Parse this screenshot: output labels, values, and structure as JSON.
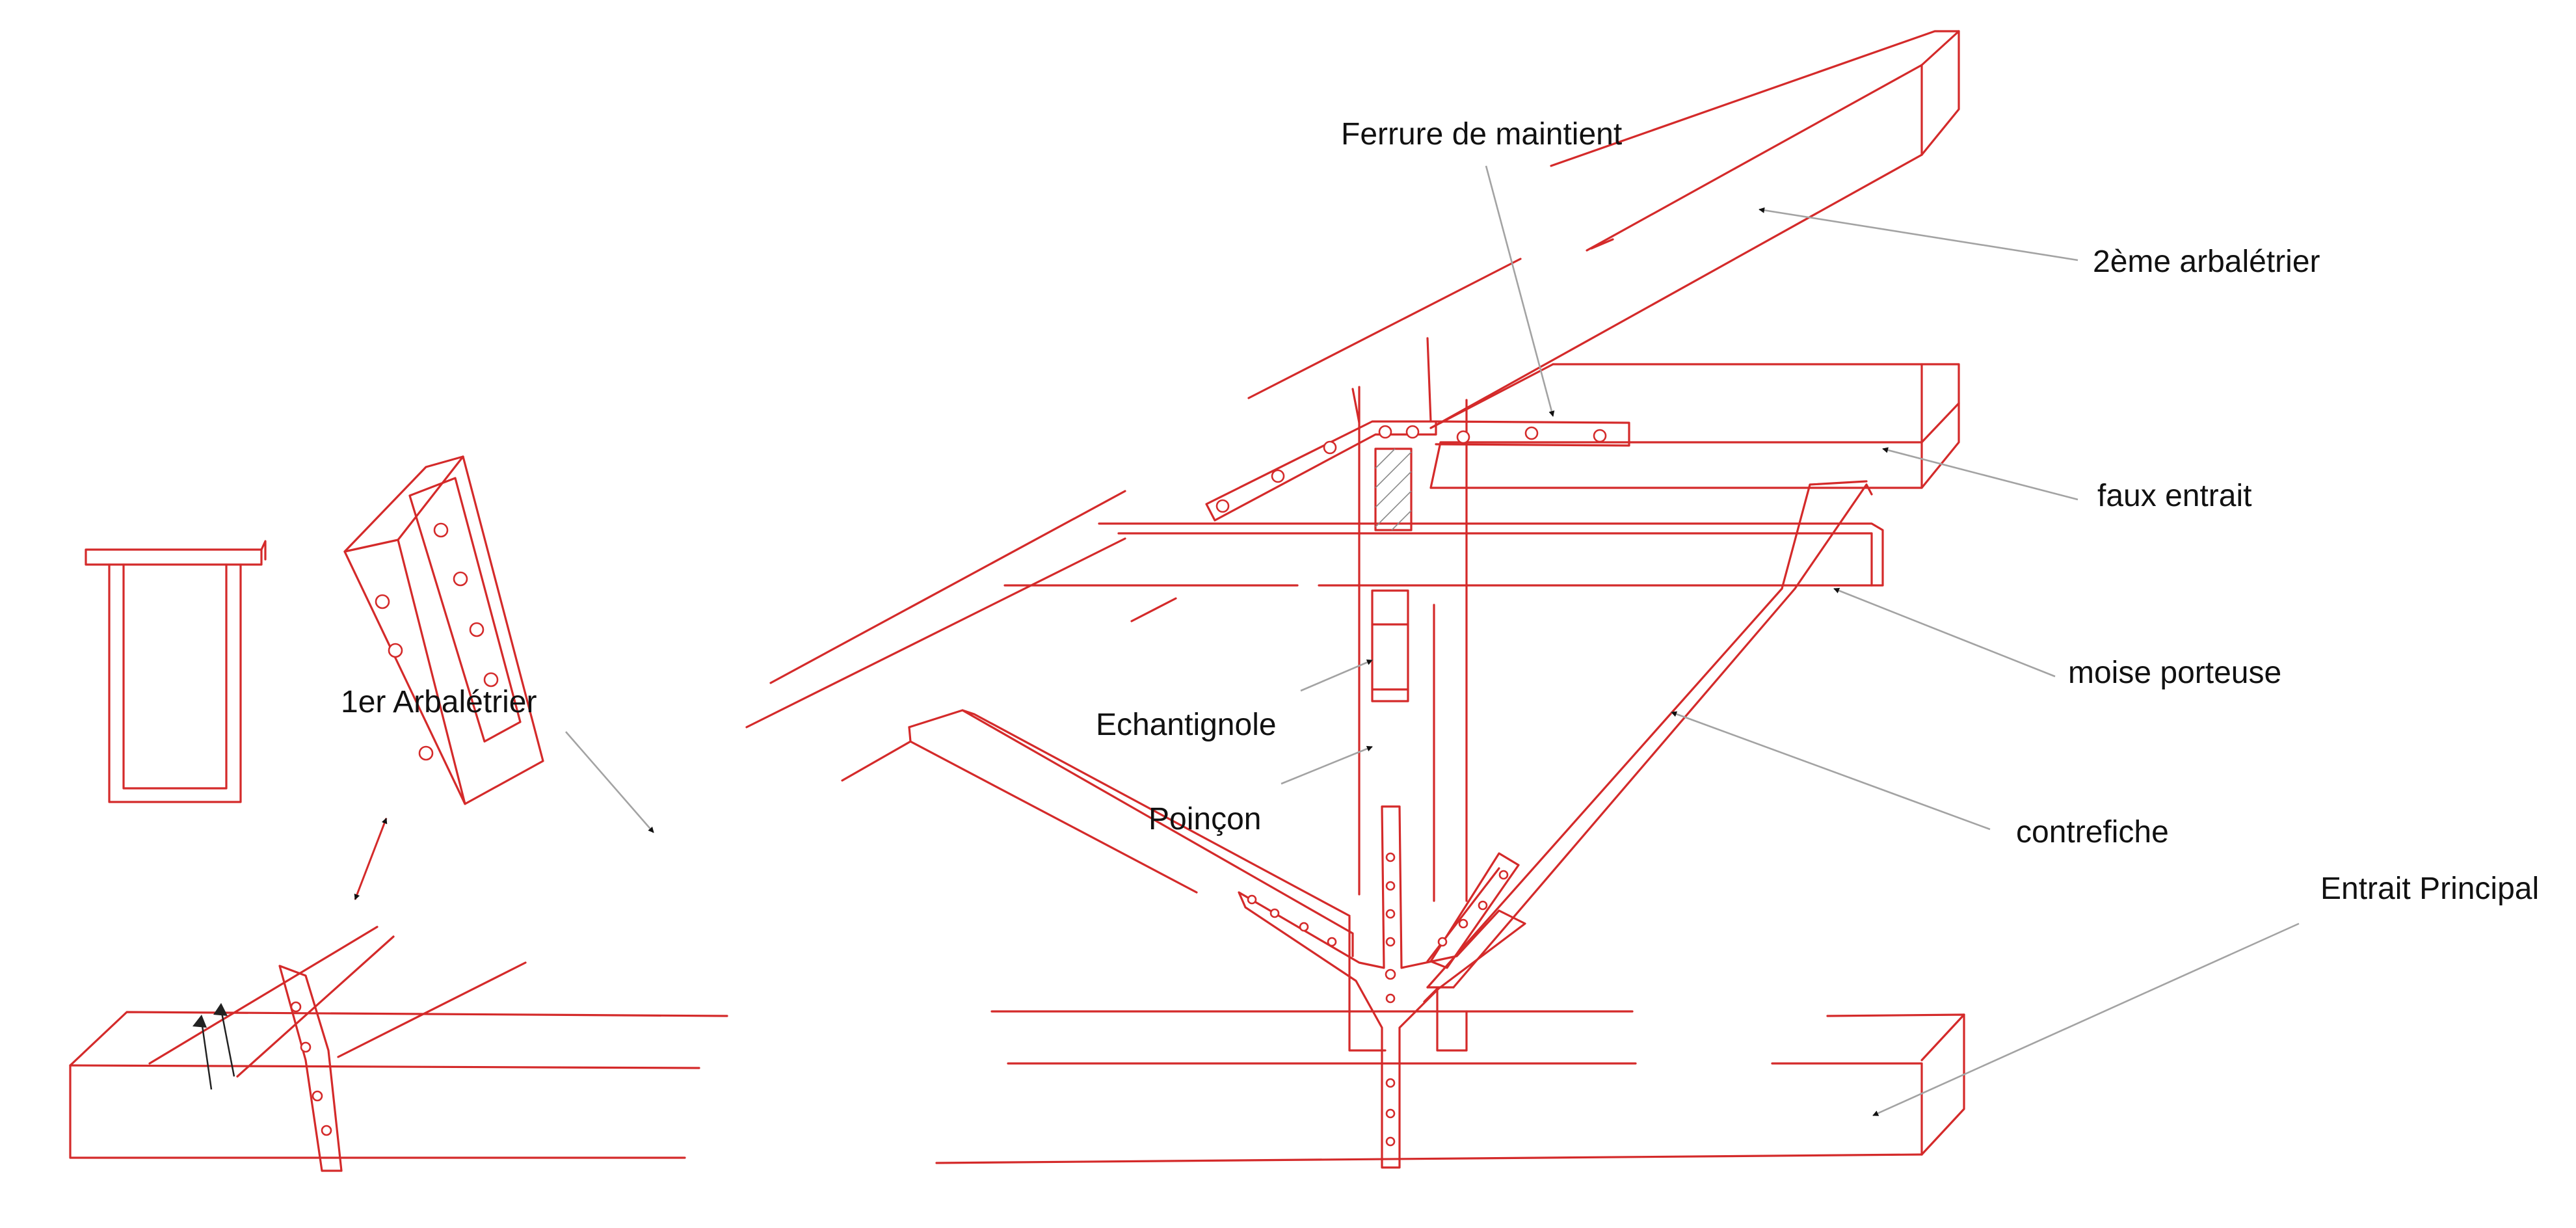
{
  "labels": {
    "ferrure": "Ferrure de maintient",
    "arbaletrier2": "2ème arbalétrier",
    "faux_entrait": "faux entrait",
    "moise": "moise porteuse",
    "contrefiche": "contrefiche",
    "entrait": "Entrait Principal",
    "arbaletrier1": "1er Arbalétrier",
    "echantignole": "Echantignole",
    "poincon": "Poinçon"
  },
  "colors": {
    "timber_line": "#d42a2a",
    "leader_line": "#a3a3a3",
    "label_text": "#111111"
  }
}
